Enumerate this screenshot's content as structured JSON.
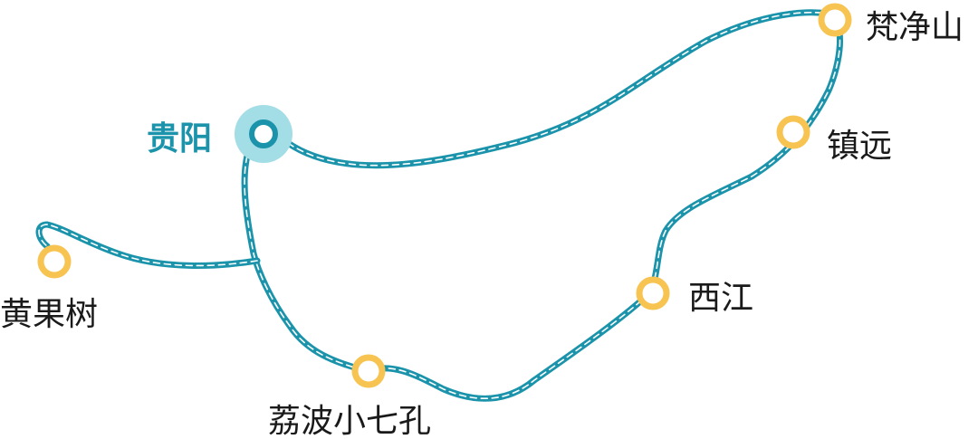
{
  "map": {
    "colors": {
      "route": "#1a93ab",
      "route_dash": "#ffffff",
      "stop_ring": "#f7c351",
      "hub_halo": "#a3dde6",
      "hub_ring": "#1a93ab"
    },
    "hub": {
      "name": "贵阳"
    },
    "stops": [
      {
        "id": "fanjingshan",
        "name": "梵净山"
      },
      {
        "id": "zhenyuan",
        "name": "镇远"
      },
      {
        "id": "xijiang",
        "name": "西江"
      },
      {
        "id": "libo",
        "name": "荔波小七孔"
      },
      {
        "id": "huangguoshu",
        "name": "黄果树"
      }
    ]
  }
}
